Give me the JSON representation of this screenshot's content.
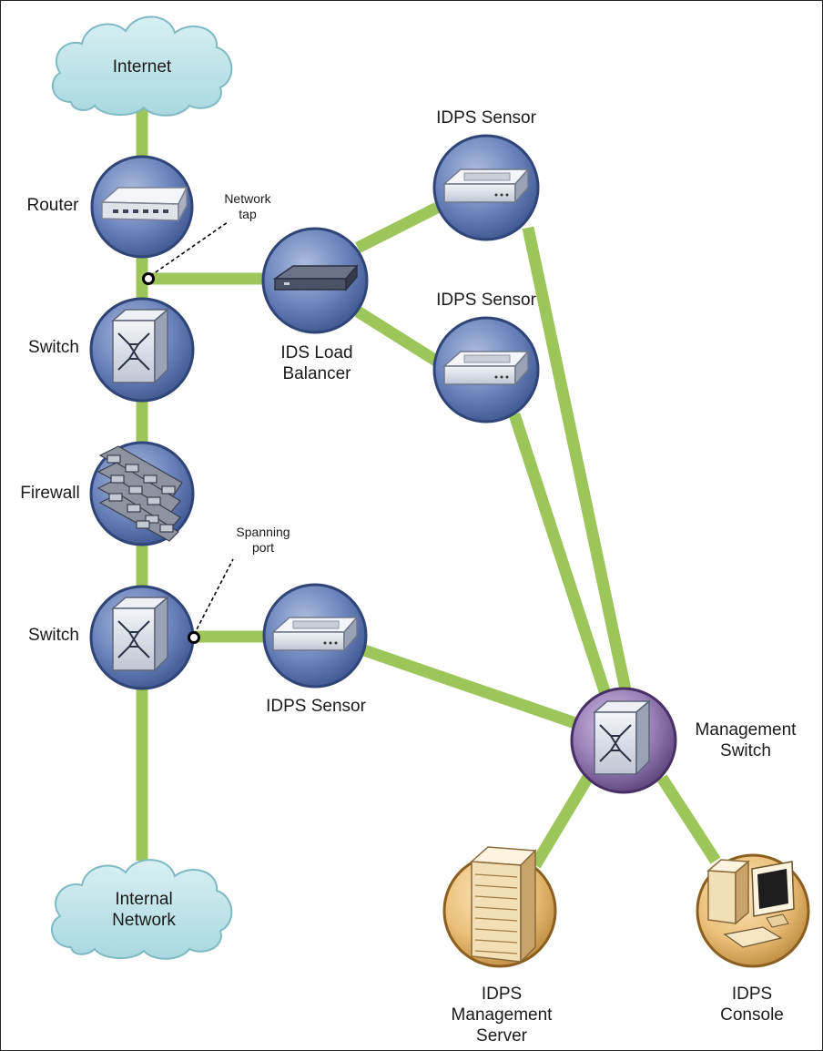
{
  "labels": {
    "internet": "Internet",
    "router": "Router",
    "network_tap": "Network\ntap",
    "switch_1": "Switch",
    "firewall": "Firewall",
    "spanning_port": "Spanning\nport",
    "switch_2": "Switch",
    "internal_network": "Internal\nNetwork",
    "ids_load_balancer": "IDS Load\nBalancer",
    "idps_sensor_1": "IDPS Sensor",
    "idps_sensor_2": "IDPS Sensor",
    "idps_sensor_3": "IDPS Sensor",
    "management_switch": "Management\nSwitch",
    "idps_management_server": "IDPS\nManagement\nServer",
    "idps_console": "IDPS\nConsole"
  },
  "colors": {
    "link": "#9cc65a",
    "node_blue": "#4f6aa4",
    "node_purple": "#6b4e8c",
    "node_orange": "#e2b466",
    "cloud": "#bfe4ea"
  }
}
